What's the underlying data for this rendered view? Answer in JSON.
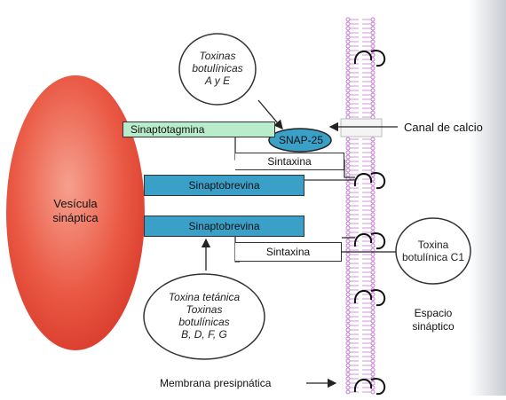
{
  "labels": {
    "toxinas_ae": [
      "Toxinas",
      "botulínicas",
      "A y E"
    ],
    "sinaptotagmina": "Sinaptotagmina",
    "snap25": "SNAP-25",
    "canal_calcio": "Canal de calcio",
    "sintaxina_1": "Sintaxina",
    "sinaptobrevina_1": "Sinaptobrevina",
    "vesicula": [
      "Vesícula",
      "sináptica"
    ],
    "sinaptobrevina_2": "Sinaptobrevina",
    "sintaxina_2": "Sintaxina",
    "toxina_c1": [
      "Toxina",
      "botulínica C1"
    ],
    "toxina_tetanica": [
      "Toxina tetánica",
      "Toxinas",
      "botulínicas",
      "B, D, F, G"
    ],
    "espacio": [
      "Espacio",
      "sináptico"
    ],
    "membrana": "Membrana presipnática"
  },
  "colors": {
    "vesicle": "#e8493b",
    "sinaptotagmina": "#b9eccb",
    "sinaptobrevina": "#3aa0c8",
    "snap25": "#3aa0c8",
    "membrane": "#c77bd6",
    "canal": "#f2f2f2"
  }
}
